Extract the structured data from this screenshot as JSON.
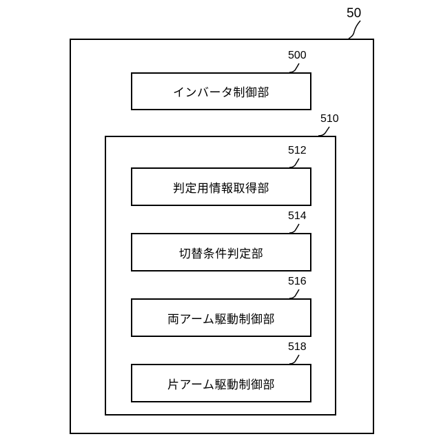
{
  "diagram": {
    "outer": {
      "ref": "50"
    },
    "inverter_control": {
      "ref": "500",
      "label": "インバータ制御部"
    },
    "group": {
      "ref": "510"
    },
    "modules": [
      {
        "ref": "512",
        "label": "判定用情報取得部"
      },
      {
        "ref": "514",
        "label": "切替条件判定部"
      },
      {
        "ref": "516",
        "label": "両アーム駆動制御部"
      },
      {
        "ref": "518",
        "label": "片アーム駆動制御部"
      }
    ]
  }
}
